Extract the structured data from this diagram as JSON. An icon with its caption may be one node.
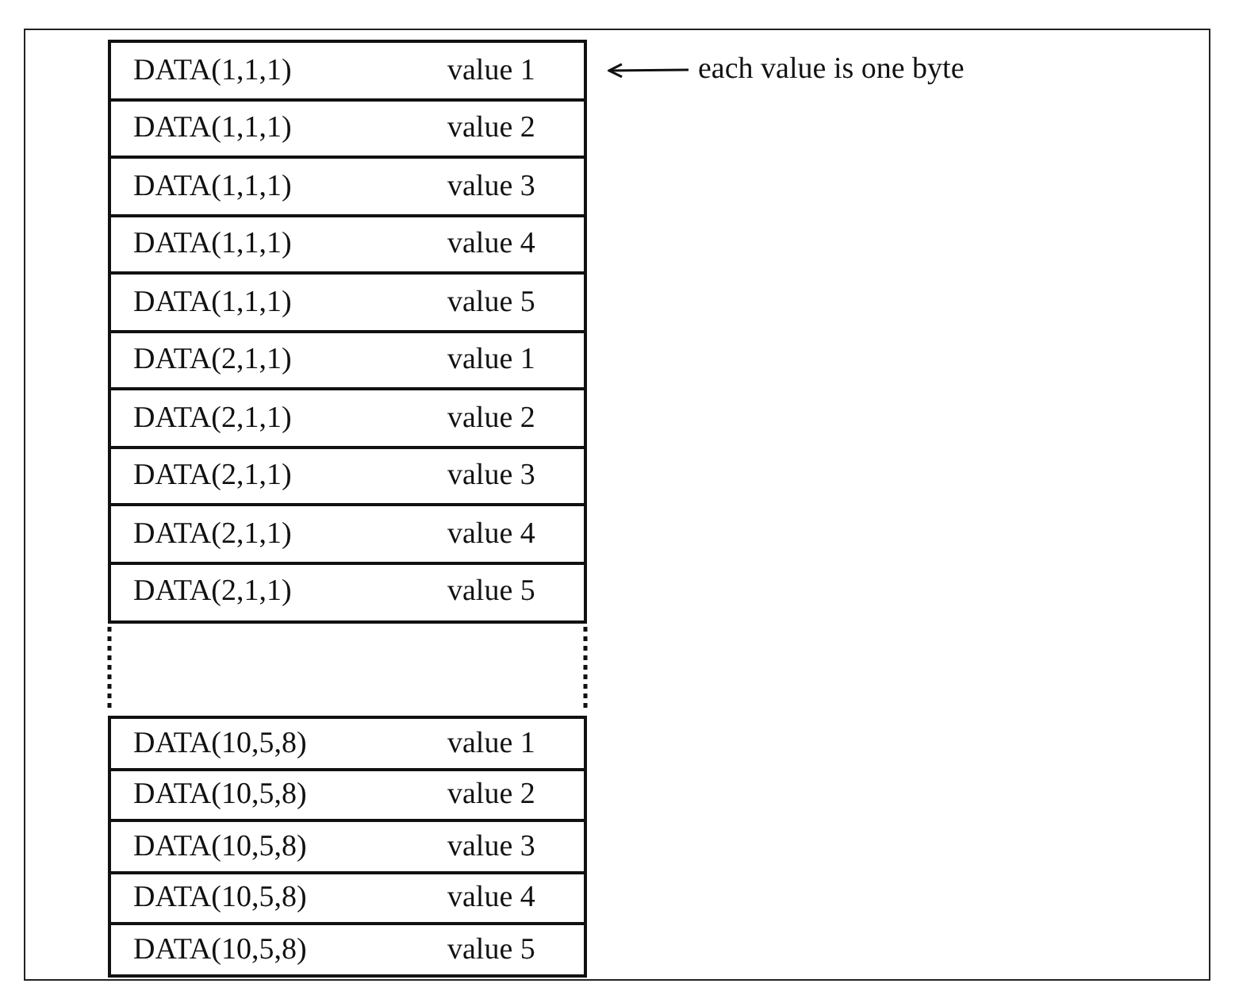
{
  "diagram": {
    "nodes": [
      {
        "text": [
          "DATA(1,1,1)",
          "value 1"
        ]
      },
      {
        "text": [
          "DATA(1,1,1)",
          "value 2"
        ]
      },
      {
        "text": [
          "DATA(1,1,1)",
          "value 3"
        ]
      },
      {
        "text": [
          "DATA(1,1,1)",
          "value 4"
        ]
      },
      {
        "text": [
          "DATA(1,1,1)",
          "value 5"
        ]
      },
      {
        "text": [
          "DATA(2,1,1)",
          "value 1"
        ]
      },
      {
        "text": [
          "DATA(2,1,1)",
          "value 2"
        ]
      },
      {
        "text": [
          "DATA(2,1,1)",
          "value 3"
        ]
      },
      {
        "text": [
          "DATA(2,1,1)",
          "value 4"
        ]
      },
      {
        "text": [
          "DATA(2,1,1)",
          "value 5"
        ]
      },
      {
        "text": [
          "DATA(10,5,8)",
          "value 1"
        ]
      },
      {
        "text": [
          "DATA(10,5,8)",
          "value 2"
        ]
      },
      {
        "text": [
          "DATA(10,5,8)",
          "value 3"
        ]
      },
      {
        "text": [
          "DATA(10,5,8)",
          "value 4"
        ]
      },
      {
        "text": [
          "DATA(10,5,8)",
          "value 5"
        ]
      },
      {
        "text": [
          "each value is one byte"
        ]
      }
    ],
    "edges": [
      {
        "from": 15,
        "to": 0,
        "arrow": "to"
      }
    ]
  }
}
